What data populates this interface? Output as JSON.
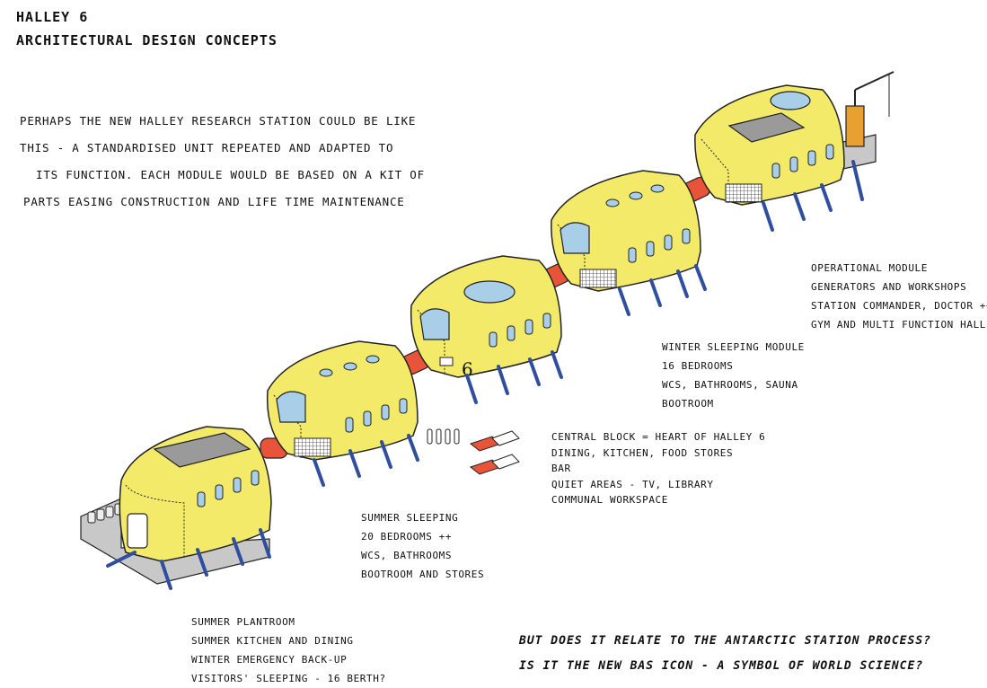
{
  "title": "HALLEY 6",
  "subtitle": "ARCHITECTURAL DESIGN CONCEPTS",
  "intro_lines": [
    "PERHAPS THE NEW HALLEY RESEARCH STATION COULD BE LIKE",
    "THIS - A STANDARDISED UNIT REPEATED AND ADAPTED TO",
    "ITS FUNCTION. EACH MODULE WOULD BE BASED ON A KIT OF",
    "PARTS EASING CONSTRUCTION AND LIFE TIME MAINTENANCE"
  ],
  "notes": {
    "operational": [
      "OPERATIONAL MODULE",
      "GENERATORS AND WORKSHOPS",
      "STATION COMMANDER, DOCTOR ++",
      "GYM AND MULTI FUNCTION HALL"
    ],
    "winter": [
      "WINTER SLEEPING MODULE",
      "16 BEDROOMS",
      "WCS, BATHROOMS, SAUNA",
      "BOOTROOM"
    ],
    "central": [
      "CENTRAL BLOCK = HEART OF HALLEY 6",
      "DINING, KITCHEN, FOOD STORES",
      "BAR",
      "QUIET AREAS - TV, LIBRARY",
      "COMMUNAL WORKSPACE"
    ],
    "summer_sleeping": [
      "SUMMER SLEEPING",
      "20 BEDROOMS ++",
      "WCS, BATHROOMS",
      "BOOTROOM AND STORES"
    ],
    "plantroom": [
      "SUMMER PLANTROOM",
      "SUMMER KITCHEN AND DINING",
      "WINTER EMERGENCY BACK-UP",
      "VISITORS' SLEEPING - 16 BERTH?"
    ]
  },
  "module_number": "6",
  "questions": [
    "BUT DOES IT RELATE TO THE ANTARCTIC STATION PROCESS?",
    "IS IT THE NEW BAS ICON - A SYMBOL OF WORLD SCIENCE?"
  ],
  "colors": {
    "module_fill": "#f3ea6a",
    "module_shade": "#e2d24a",
    "link_tube": "#e8543a",
    "legs": "#2f4f9e",
    "windows": "#a9cfe8",
    "grey_panels": "#9a9a9a",
    "crane": "#e8a030"
  }
}
